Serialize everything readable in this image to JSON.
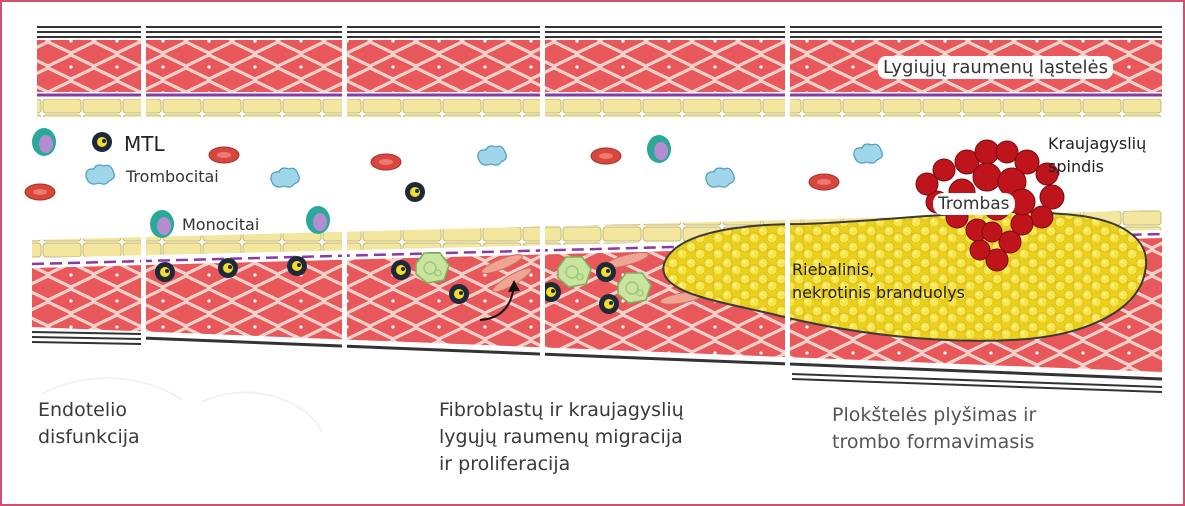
{
  "labels": {
    "smooth_muscle_cells": "Lygiųjų raumenų ląstelės",
    "vessel_lumen_line1": "Kraujagyslių",
    "vessel_lumen_line2": "spindis",
    "ldl": "MTL",
    "platelets": "Trombocitai",
    "monocytes": "Monocitai",
    "thrombus": "Trombas",
    "core_line1": "Riebalinis,",
    "core_line2": "nekrotinis branduolys"
  },
  "captions": {
    "stage1_line1": "Endotelio",
    "stage1_line2": "disfunkcija",
    "stage2_line1": "Fibroblastų ir kraujagyslių",
    "stage2_line2": "lygųjų raumenų migracija",
    "stage2_line3": "ir proliferacija",
    "stage3_line1": "Plokštelės plyšimas ir",
    "stage3_line2": "trombo formavimasis"
  },
  "colors": {
    "frame_border": "#d05070",
    "smooth_muscle": "#e8575a",
    "endothelium": "#f3e7a0",
    "membrane": "#8a3aa0",
    "red_blood_cell": "#d9463f",
    "platelet": "#9fd6ea",
    "monocyte_teal": "#2aa89a",
    "monocyte_purple": "#b48cd0",
    "ldl_yellow": "#f6dc2a",
    "foam_cell": "#c8e4a0",
    "thrombus": "#c0141c",
    "lipid_core": "#f4e23a"
  }
}
